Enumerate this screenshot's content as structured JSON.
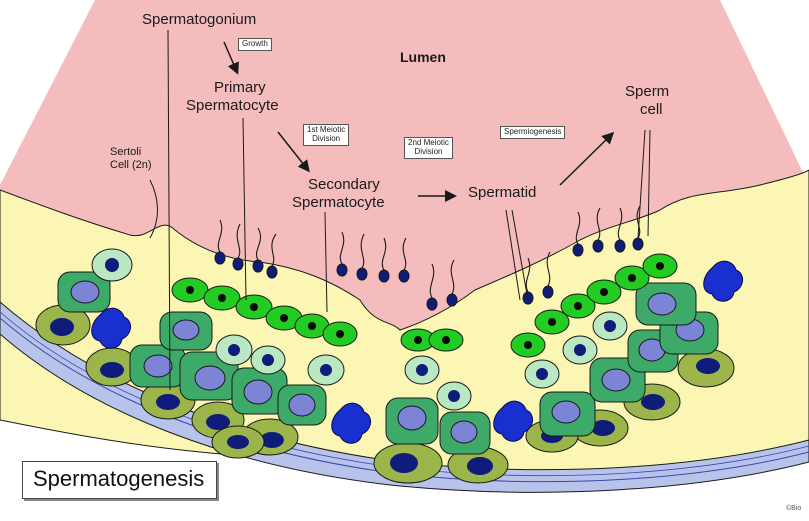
{
  "labels": {
    "spermatogonium": "Spermatogonium",
    "primary_spermatocyte_line1": "Primary",
    "primary_spermatocyte_line2": "Spermatocyte",
    "secondary_spermatocyte_line1": "Secondary",
    "secondary_spermatocyte_line2": "Spermatocyte",
    "spermatid": "Spermatid",
    "sperm_cell_line1": "Sperm",
    "sperm_cell_line2": "cell",
    "lumen": "Lumen",
    "sertoli_line1": "Sertoli",
    "sertoli_line2": "Cell (2n)"
  },
  "boxes": {
    "growth": "Growth",
    "meiosis1_line1": "1st Meiotic",
    "meiosis1_line2": "Division",
    "meiosis2_line1": "2nd Meiotic",
    "meiosis2_line2": "Division",
    "spermiogenesis": "Spermiogenesis"
  },
  "title": "Spermatogenesis",
  "credit": "©Bio",
  "colors": {
    "lumen": "#f4bcbc",
    "sertoli_cytoplasm": "#fbf6b4",
    "germ_cell_green": "#3daa6a",
    "light_green_cell": "#b9e8c2",
    "bright_green_cell": "#22cc22",
    "nucleus_purple": "#7c84d6",
    "nucleus_dark": "#0f1c7a",
    "basement_membrane": "#b7c3ea",
    "sertoli_nucleus_blue": "#1a2fd0",
    "outline": "#1a1a1a"
  }
}
